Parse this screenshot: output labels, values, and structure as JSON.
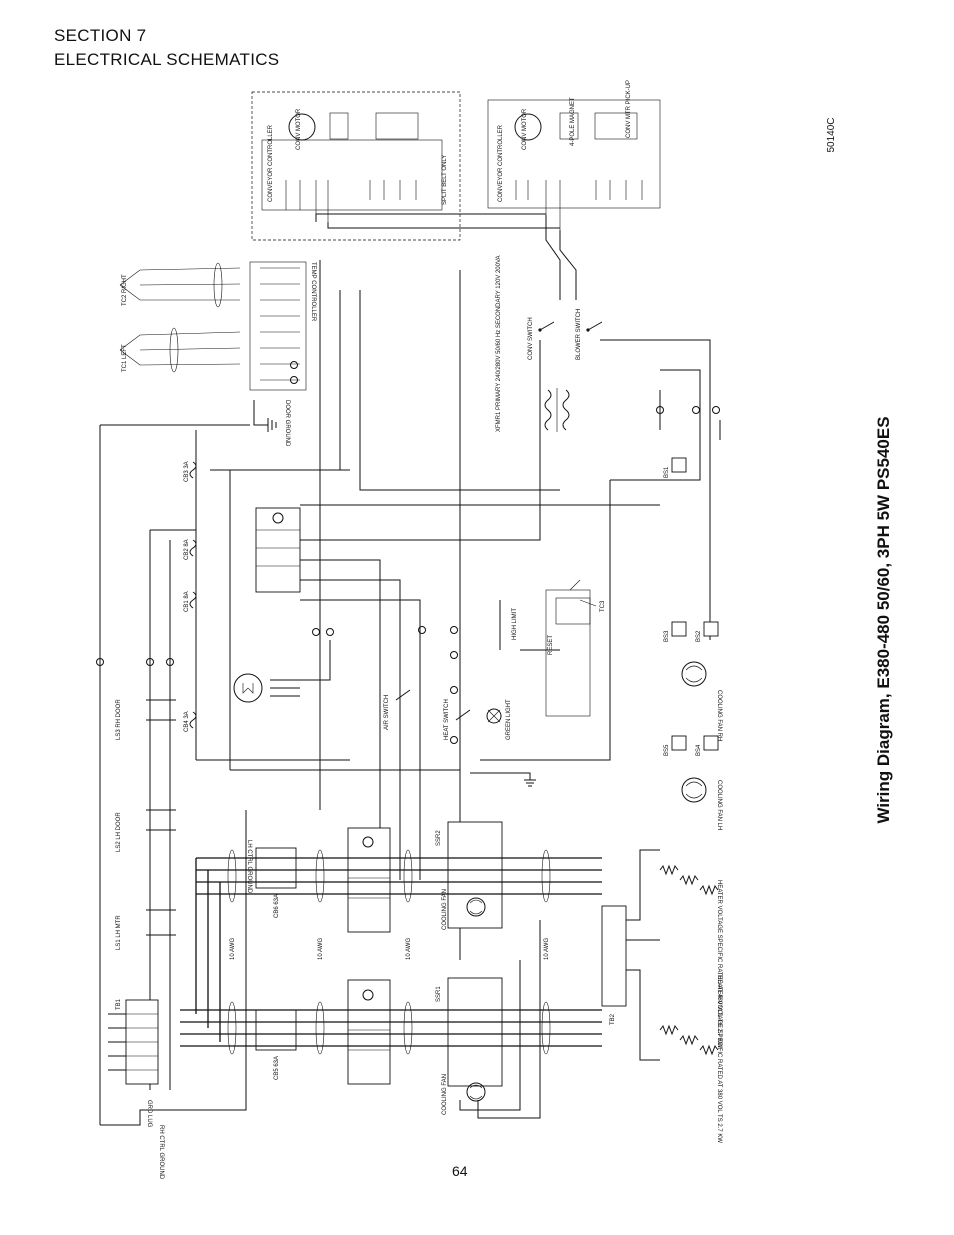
{
  "section": {
    "line1": "SECTION 7",
    "line2": "ELECTRICAL  SCHEMATICS"
  },
  "title": "Wiring Diagram, E380-480 50/60, 3PH 5W PS540ES",
  "doc_code": "50140C",
  "page_number": "64",
  "labels": {
    "conv_controller": "CONVEYOR CONTROLLER",
    "conv_motor": "CONV MOTOR",
    "magnet": "4-POLE MAGNET",
    "pickup": "CONV MTR PICK-UP",
    "split_belt": "SPLIT BELT ONLY",
    "temp_controller": "TEMP CONTROLLER",
    "tc2": "TC2 RIGHT",
    "tc1": "TC1 LEFT",
    "xfmr": "XFMR1 PRIMARY 240/280V 50/60 Hz SECONDARY 120V 200VA",
    "conv_switch": "CONV SWITCH",
    "blower_switch": "BLOWER SWITCH",
    "door_ground": "DOOR GROUND",
    "high_limit": "HIGH LIMIT",
    "reset": "RESET",
    "tc3": "TC3",
    "green_light": "GREEN LIGHT",
    "air_switch": "AIR SWITCH",
    "heat_switch": "HEAT SWITCH",
    "cooling_fan_rh": "COOLING FAN RH",
    "cooling_fan_lh": "COOLING FAN LH",
    "cooling_fan": "COOLING FAN",
    "ls3": "LS3 RH DOOR",
    "ls2": "LS2 LH DOOR",
    "ls1": "LS1 LH MTR",
    "lh_ctrl_ground": "LH CTRL GROUND",
    "rh_ctrl_ground": "RH CTRL GROUND",
    "grd_lug": "GRD LUG",
    "tb1": "TB1",
    "tb2": "TB2",
    "ssr1": "SSR1",
    "ssr2": "SSR2",
    "cb1": "CB1 8A",
    "cb2": "CB2 8A",
    "cb3": "CB3 3A",
    "cb4": "CB4 3A",
    "cb5": "CB5 63A",
    "cb6": "CB6 63A",
    "awg": "10 AWG",
    "heater_note": "HEATER VOLTAGE SPECIFIC RATED AT 380 VOL TS 2.7 KW",
    "heater_note2": "HEATER VOLTAGE SPECIFIC RATED AT 480 VOL TS 2.7 KW",
    "bs1": "BS1",
    "bs2": "BS2",
    "bs3": "BS3",
    "bs4": "BS4",
    "bs5": "BS5"
  }
}
